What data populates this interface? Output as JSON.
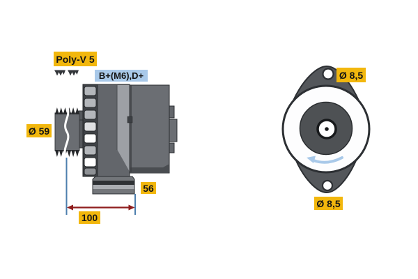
{
  "labels": {
    "belt_type": "Poly-V 5",
    "terminals": "B+(M6),D+",
    "pulley_diameter": "Ø 59",
    "pulley_offset": "56",
    "mounting_length": "100",
    "mounting_hole_top": "Ø 8,5",
    "mounting_hole_bottom": "Ø 8,5"
  },
  "icons": {
    "belt_profile": "poly-v-belt-profile-icon",
    "rotation": "rotation-direction-arrow-icon"
  },
  "colors": {
    "label_background": "#f2b70d",
    "terminal_label_background": "#a9c9e9",
    "label_text": "#141414",
    "dimension_line": "#4d7fae",
    "dimension_arrow": "#8f1d1d",
    "rotation_arrow": "#a9c9e9",
    "body_gray": "#6b6e73",
    "body_dark_gray": "#3a3d42",
    "body_light_gray": "#9da0a5",
    "background": "#ffffff"
  }
}
